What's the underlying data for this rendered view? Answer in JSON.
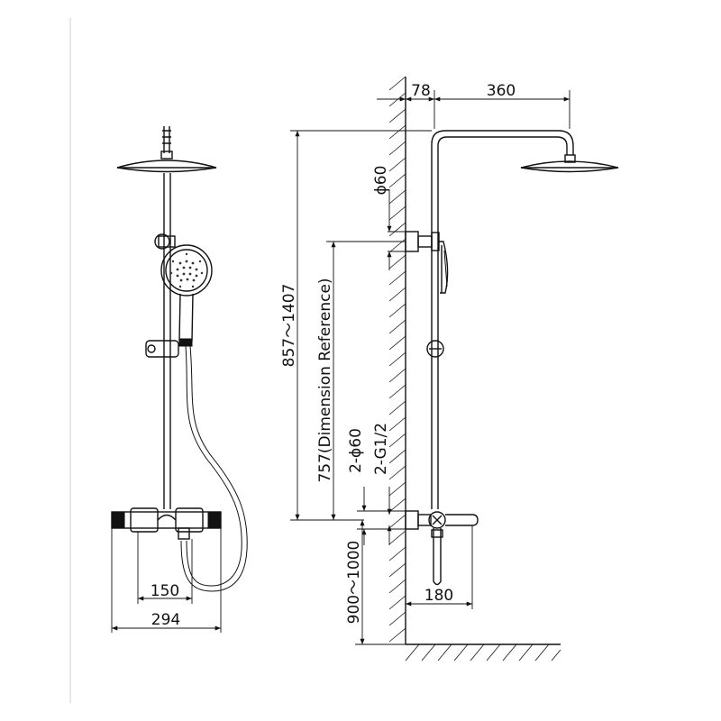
{
  "dimensions": {
    "wall_offset": "78",
    "arm_reach": "360",
    "diameter_top": "ϕ60",
    "height_range": "857～1407",
    "dimension_reference": "757(Dimension Reference)",
    "inlet_diameter": "2-ϕ60",
    "inlet_thread": "2-G1/2",
    "floor_height": "900～1000",
    "spout_length": "180",
    "inlet_spacing": "150",
    "total_width": "294"
  },
  "colors": {
    "line": "#111111",
    "background": "#ffffff"
  }
}
